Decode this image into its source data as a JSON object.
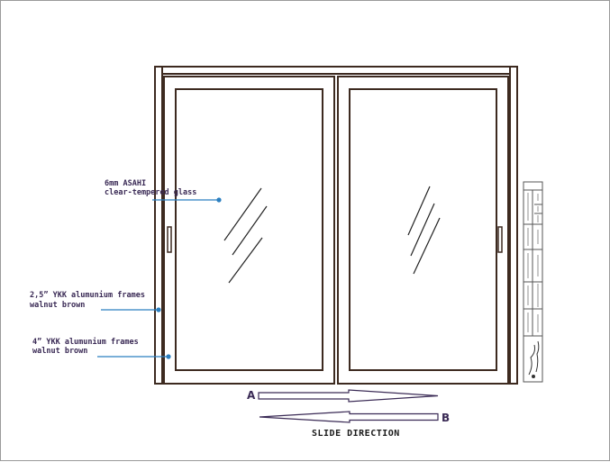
{
  "annotations": {
    "glass": {
      "line1": "6mm ASAHI",
      "line2": "clear-tempered glass"
    },
    "frame_25": {
      "line1": "2,5”  YKK alumunium frames",
      "line2": "walnut brown"
    },
    "frame_4": {
      "line1": "4”  YKK alumunium frames",
      "line2": "walnut brown"
    }
  },
  "arrows": {
    "a_label": "A",
    "b_label": "B"
  },
  "caption": "SLIDE DIRECTION",
  "colors": {
    "frame": "#3d2a20",
    "leader": "#2b7fc0",
    "note_text": "#3a2a55",
    "arrow_stroke": "#3a2a55"
  }
}
